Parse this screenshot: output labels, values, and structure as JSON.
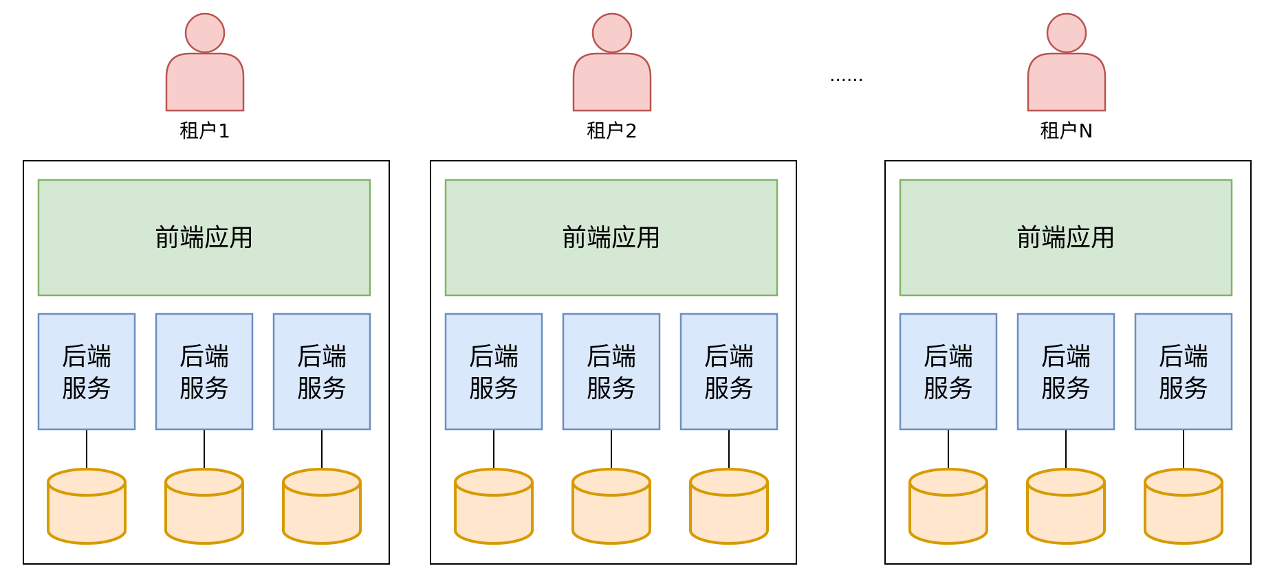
{
  "ellipsis": "......",
  "frontend_label": "前端应用",
  "backend_label_line1": "后端",
  "backend_label_line2": "服务",
  "tenants": [
    {
      "name": "租户1"
    },
    {
      "name": "租户2"
    },
    {
      "name": "租户N"
    }
  ],
  "colors": {
    "person_fill": "#f8cecc",
    "person_stroke": "#b85450",
    "frontend_fill": "#d5e8d4",
    "frontend_stroke": "#82b366",
    "backend_fill": "#dae8fc",
    "backend_stroke": "#6c8ebf",
    "db_fill": "#ffe6cc",
    "db_stroke": "#d79b00",
    "container_stroke": "#000000"
  }
}
